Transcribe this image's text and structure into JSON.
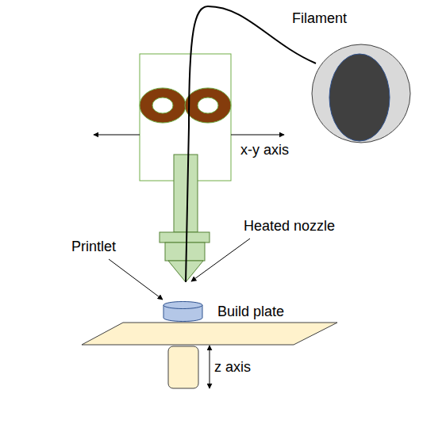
{
  "diagram": {
    "labels": [
      "Filament",
      "x-y axis",
      "Heated nozzle",
      "Printlet",
      "Build plate",
      "z axis"
    ]
  }
}
